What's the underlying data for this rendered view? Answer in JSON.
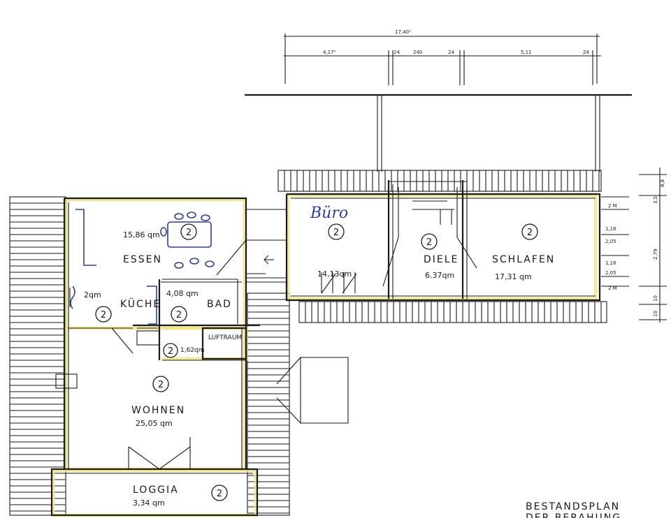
{
  "overall_dimension": "17,40⁵",
  "top_dimensions": [
    "4,17⁵",
    "24",
    "240",
    "24",
    "5,11",
    "24"
  ],
  "right_dimensions": [
    "2 M",
    "1,16",
    "2,05",
    "1,16",
    "2,05",
    "2 M"
  ],
  "right_outer_dimensions": [
    "3,5",
    "8,8",
    "2,79",
    "10",
    "10"
  ],
  "rooms": {
    "essen": {
      "name": "ESSEN",
      "area": "15,86 qm",
      "num": "2"
    },
    "kueche": {
      "name": "KÜCHE",
      "area": "2qm",
      "num": "2"
    },
    "bad": {
      "name": "BAD",
      "area": "4,08 qm",
      "num": "2"
    },
    "luftraum": {
      "name": "LUFTRAUM",
      "area": "1,62qm",
      "num": "2"
    },
    "buero": {
      "name": "Büro",
      "area": "14,13qm",
      "num": "2"
    },
    "diele": {
      "name": "DIELE",
      "area": "6.37qm",
      "num": "2"
    },
    "schlafen": {
      "name": "SCHLAFEN",
      "area": "17,31 qm",
      "num": "2"
    },
    "wohnen": {
      "name": "WOHNEN",
      "area": "25,05 qm",
      "num": "2"
    },
    "loggia": {
      "name": "LOGGIA",
      "area": "3,34 qm",
      "num": "2"
    }
  },
  "title_block": {
    "line1": "BESTANDSPLAN",
    "line2": "DER   BERAHUNG"
  }
}
